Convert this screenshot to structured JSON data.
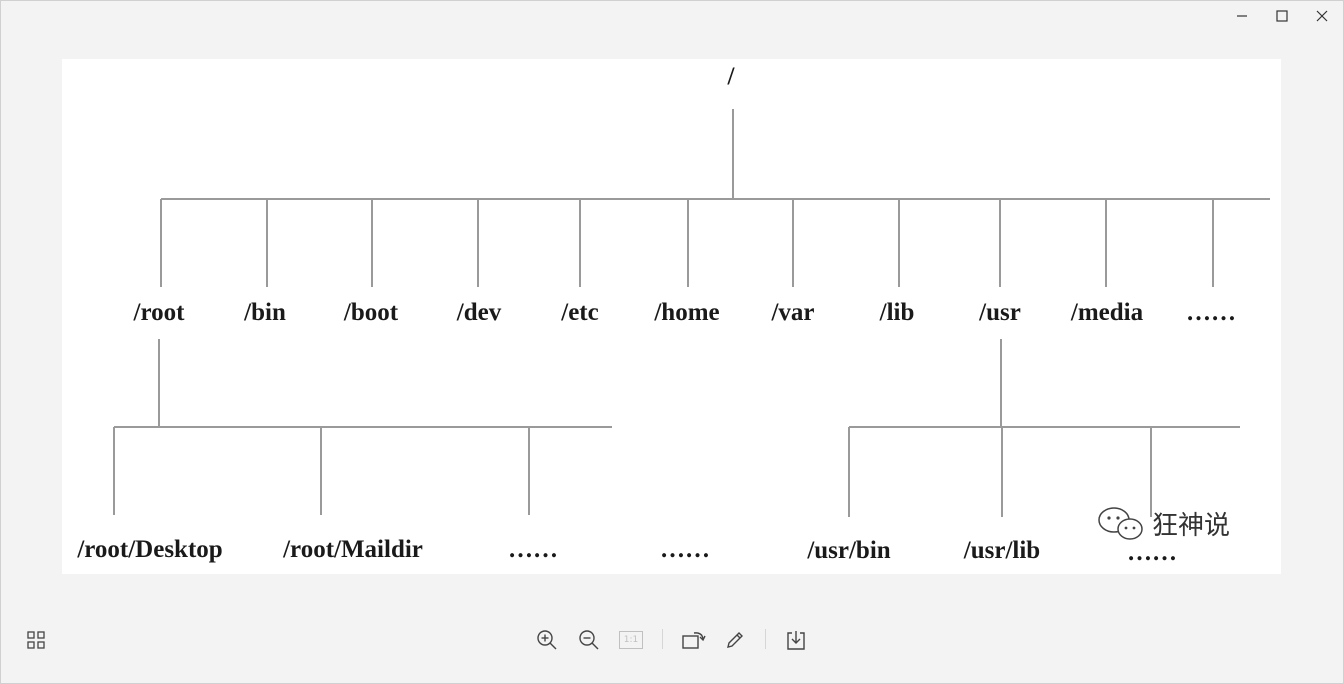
{
  "window_controls": {
    "minimize_icon": "minimize-icon",
    "maximize_icon": "maximize-icon",
    "close_icon": "close-icon"
  },
  "tree": {
    "root": "/",
    "level1": [
      "/root",
      "/bin",
      "/boot",
      "/dev",
      "/etc",
      "/home",
      "/var",
      "/lib",
      "/usr",
      "/media",
      "……"
    ],
    "root_children": [
      "/root/Desktop",
      "/root/Maildir",
      "……"
    ],
    "middle_ellipsis": "……",
    "usr_children": [
      "/usr/bin",
      "/usr/lib",
      "……"
    ]
  },
  "watermark": {
    "text": "狂神说",
    "icon": "wechat-icon"
  },
  "toolbar": {
    "gallery_icon": "grid-icon",
    "zoom_in_icon": "zoom-in-icon",
    "zoom_out_icon": "zoom-out-icon",
    "actual_size_label": "1:1",
    "rotate_icon": "rotate-icon",
    "edit_icon": "pencil-icon",
    "save_icon": "download-icon"
  },
  "colors": {
    "line": "#9a9a9a",
    "background": "#f3f3f3",
    "canvas": "#ffffff",
    "icon": "#444444",
    "disabled_icon": "#c0c0c0"
  }
}
